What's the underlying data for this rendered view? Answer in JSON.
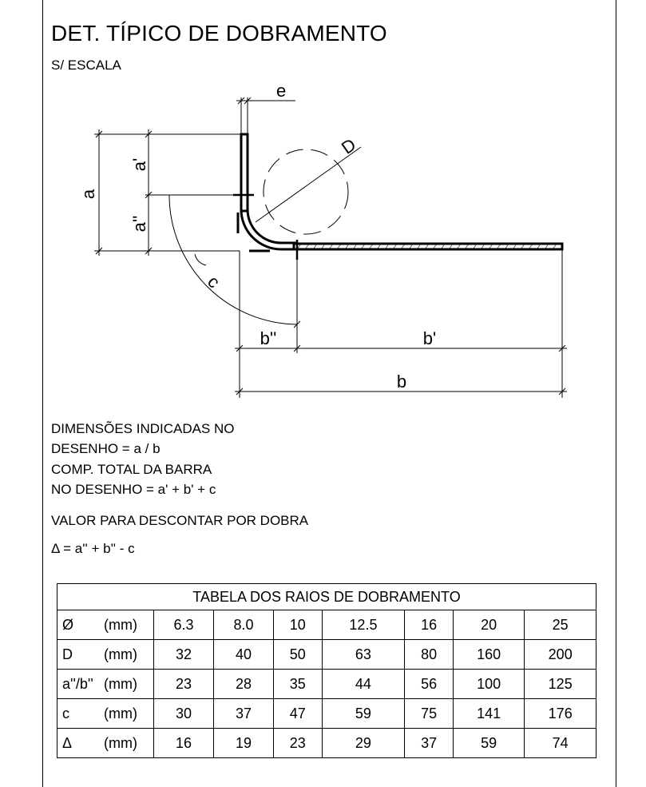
{
  "title": "DET. TÍPICO DE DOBRAMENTO",
  "subtitle": "S/ ESCALA",
  "drawing": {
    "labels": {
      "e": "e",
      "D": "D",
      "a": "a",
      "a_prime": "a'",
      "a_double_prime": "a''",
      "c": "c",
      "b_double_prime": "b''",
      "b_prime": "b'",
      "b": "b"
    }
  },
  "notes": {
    "line1": "DIMENSÕES INDICADAS NO",
    "line2": "DESENHO =  a / b",
    "line3": "COMP. TOTAL DA BARRA",
    "line4": "NO DESENHO = a' + b' + c",
    "line5": "VALOR PARA DESCONTAR POR DOBRA",
    "line6": "Δ = a'' + b'' - c"
  },
  "table": {
    "caption": "TABELA DOS RAIOS DE DOBRAMENTO",
    "rows": [
      {
        "symbol": "Ø",
        "unit": "(mm)",
        "values": [
          "6.3",
          "8.0",
          "10",
          "12.5",
          "16",
          "20",
          "25"
        ]
      },
      {
        "symbol": "D",
        "unit": "(mm)",
        "values": [
          "32",
          "40",
          "50",
          "63",
          "80",
          "160",
          "200"
        ]
      },
      {
        "symbol": "a''/b''",
        "unit": "(mm)",
        "values": [
          "23",
          "28",
          "35",
          "44",
          "56",
          "100",
          "125"
        ]
      },
      {
        "symbol": "c",
        "unit": "(mm)",
        "values": [
          "30",
          "37",
          "47",
          "59",
          "75",
          "141",
          "176"
        ]
      },
      {
        "symbol": "Δ",
        "unit": "(mm)",
        "values": [
          "16",
          "19",
          "23",
          "29",
          "37",
          "59",
          "74"
        ]
      }
    ]
  }
}
